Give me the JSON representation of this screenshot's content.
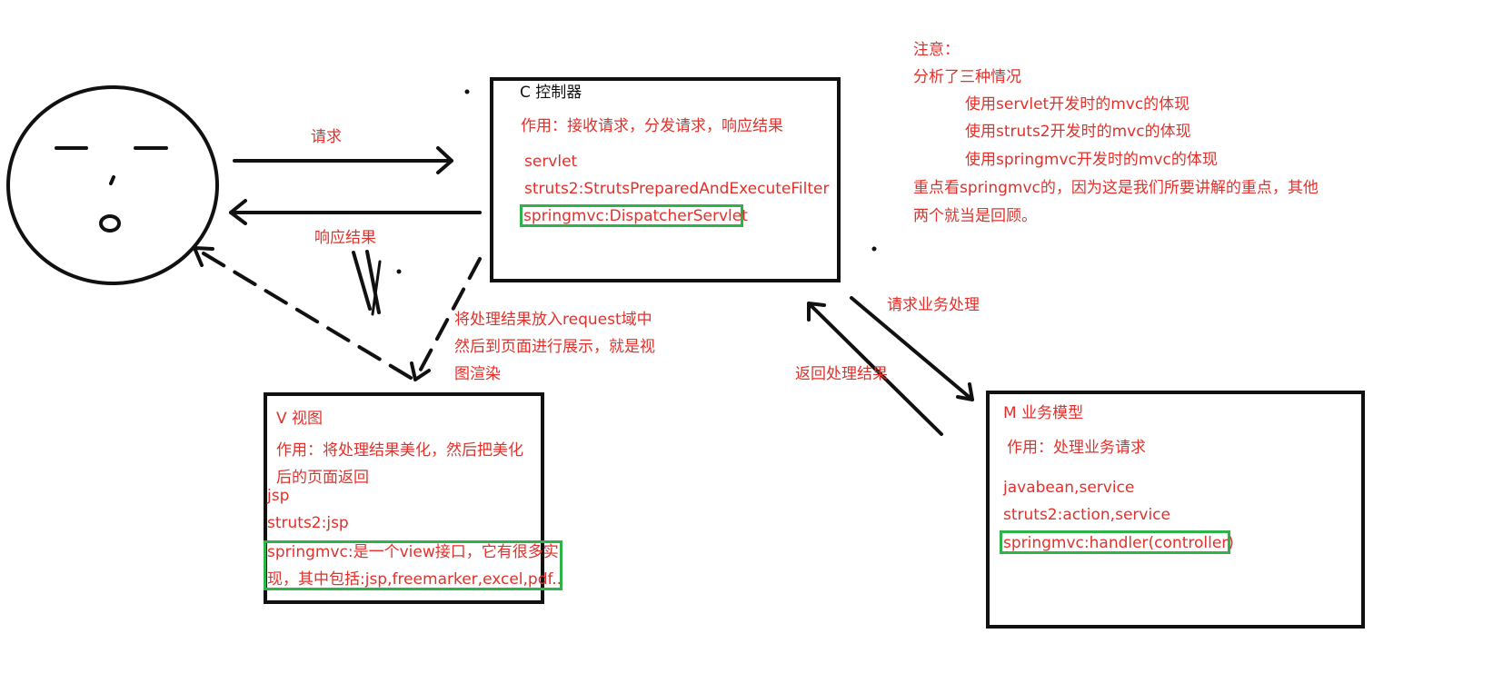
{
  "colors": {
    "text_red": "#e3302a",
    "stroke": "#111111",
    "highlight": "#2fb24a"
  },
  "arrows": {
    "request": "请求",
    "response": "响应结果",
    "render": [
      "将处理结果放入request域中",
      "然后到页面进行展示，就是视",
      "图渲染"
    ],
    "business_request": "请求业务处理",
    "business_return": "返回处理结果"
  },
  "controller": {
    "title": "C 控制器",
    "role": "作用：接收请求，分发请求，响应结果",
    "items": [
      "servlet",
      "struts2:StrutsPreparedAndExecuteFilter",
      "springmvc:DispatcherServlet"
    ]
  },
  "view": {
    "title": "V 视图",
    "role": [
      "作用：将处理结果美化，然后把美化",
      "后的页面返回"
    ],
    "items": [
      "jsp",
      "struts2:jsp",
      "springmvc:是一个view接口，它有很多实",
      "现，其中包括:jsp,freemarker,excel,pdf.."
    ]
  },
  "model": {
    "title": "M 业务模型",
    "role": "作用：处理业务请求",
    "items": [
      "javabean,service",
      "struts2:action,service",
      "springmvc:handler(controller)"
    ]
  },
  "notes": {
    "lines": [
      "注意：",
      "分析了三种情况",
      "使用servlet开发时的mvc的体现",
      "使用struts2开发时的mvc的体现",
      "使用springmvc开发时的mvc的体现",
      "重点看springmvc的，因为这是我们所要讲解的重点，其他",
      "两个就当是回顾。"
    ]
  }
}
